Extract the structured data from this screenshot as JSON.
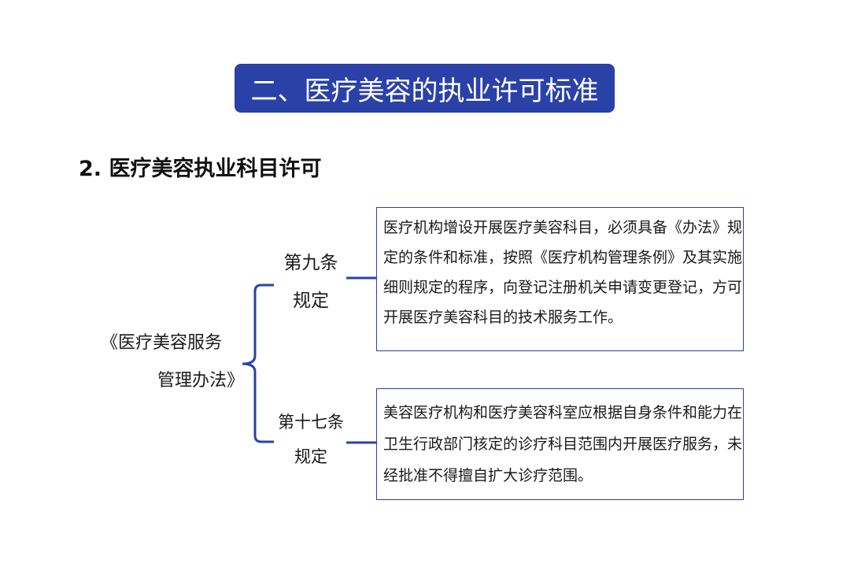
{
  "header": {
    "title": "二、医疗美容的执业许可标准"
  },
  "section": {
    "subtitle": "2. 医疗美容执业科目许可"
  },
  "diagram": {
    "law_line1": "《医疗美容服务",
    "law_line2": "管理办法》",
    "article9": {
      "line1": "第九条",
      "line2": "规定",
      "text": "医疗机构增设开展医疗美容科目，必须具备《办法》规定的条件和标准，按照《医疗机构管理条例》及其实施细则规定的程序，向登记注册机关申请变更登记，方可开展医疗美容科目的技术服务工作。"
    },
    "article17": {
      "line1": "第十七条",
      "line2": "规定",
      "text": " 美容医疗机构和医疗美容科室应根据自身条件和能力在卫生行政部门核定的诊疗科目范围内开展医疗服务，未经批准不得擅自扩大诊疗范围。"
    }
  },
  "colors": {
    "accent": "#2a41a8",
    "banner_text": "#ffffff",
    "body_text": "#1a1a1a"
  }
}
